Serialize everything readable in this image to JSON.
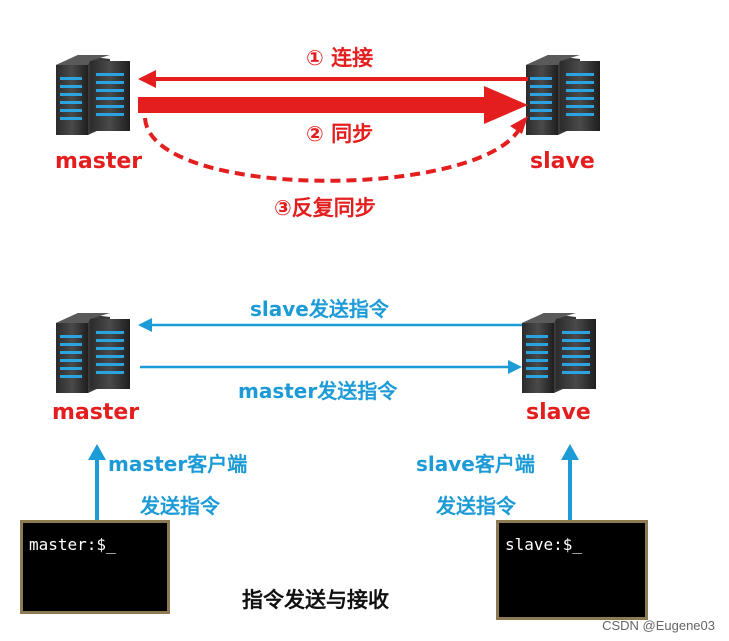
{
  "top": {
    "master_label": "master",
    "slave_label": "slave",
    "step1": "① 连接",
    "step2": "② 同步",
    "step3": "③反复同步",
    "color": "#e41e1e"
  },
  "bottom": {
    "master_label": "master",
    "slave_label": "slave",
    "slave_cmd": "slave发送指令",
    "master_cmd": "master发送指令",
    "master_client": "master客户端",
    "master_client_send": "发送指令",
    "slave_client": "slave客户端",
    "slave_client_send": "发送指令",
    "master_terminal": "master:$_",
    "slave_terminal": "slave:$_",
    "caption": "指令发送与接收",
    "color": "#1c9bd6"
  },
  "watermark": "CSDN @Eugene03"
}
